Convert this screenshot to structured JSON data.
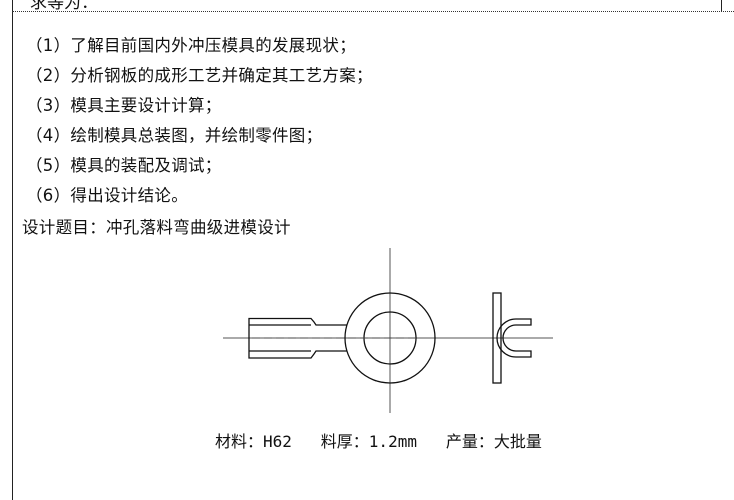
{
  "top_fragment": "求等为：",
  "items": [
    "（1）了解目前国内外冲压模具的发展现状；",
    "（2）分析钢板的成形工艺并确定其工艺方案；",
    "（3）模具主要设计计算；",
    "（4）绘制模具总装图，并绘制零件图；",
    "（5）模具的装配及调试；",
    "（6）得出设计结论。"
  ],
  "design_title": "设计题目：冲孔落料弯曲级进模设计",
  "caption": "材料：H62   料厚：1.2mm   产量：大批量"
}
